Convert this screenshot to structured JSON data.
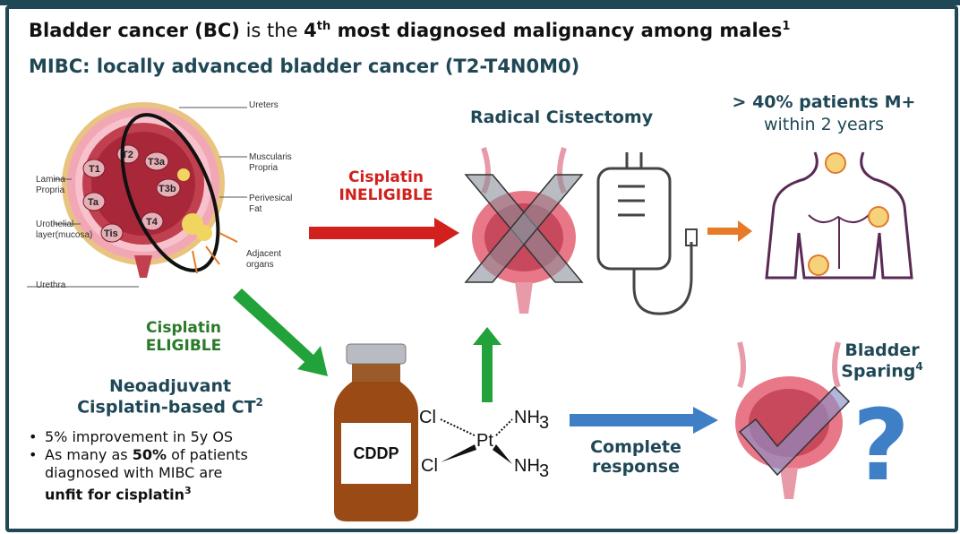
{
  "headline": {
    "part1_bold": "Bladder cancer (BC)",
    "part2": " is the ",
    "part3_bold": "4",
    "part3_sup": "th",
    "part4_bold": " most diagnosed malignancy among males",
    "ref": "1"
  },
  "subtitle": "MIBC: locally advanced bladder cancer (T2-T4N0M0)",
  "anatomy": {
    "labels": [
      "Ureters",
      "Muscularis",
      "Propria",
      "Perivesical",
      "Fat",
      "Adjacent",
      "organs",
      "Lamina",
      "Propria",
      "Urothelial",
      "layer(mucosa)",
      "Urethra"
    ],
    "stages": [
      "T1",
      "T2",
      "T3a",
      "T3b",
      "Ta",
      "T4",
      "Tis"
    ]
  },
  "arrows": {
    "ineligible_line1": "Cisplatin",
    "ineligible_line2": "INELIGIBLE",
    "eligible_line1": "Cisplatin",
    "eligible_line2": "ELIGIBLE"
  },
  "radical": "Radical Cistectomy",
  "metastasis": {
    "line1": "> 40% patients M+",
    "line2": "within 2 years"
  },
  "neoadjuvant": {
    "line1": "Neoadjuvant",
    "line2": "Cisplatin-based CT",
    "ref": "2"
  },
  "bullets": {
    "b1": "5% improvement in 5y OS",
    "b2_pre": "As many as ",
    "b2_bold": "50%",
    "b2_post": " of patients",
    "b2_line2": "diagnosed with MIBC are",
    "b2_line3_bold": "unfit for cisplatin",
    "b2_ref": "3"
  },
  "vial_label": "CDDP",
  "chemical": {
    "cl_top": "Cl",
    "pt": "Pt",
    "nh3_top": "NH",
    "nh3_top_sub": "3",
    "cl_bottom": "Cl",
    "nh3_bottom": "NH",
    "nh3_bottom_sub": "3"
  },
  "complete_response": {
    "line1": "Complete",
    "line2": "response"
  },
  "sparing": {
    "line1": "Bladder",
    "line2": "Sparing",
    "ref": "4"
  },
  "question_mark": "?",
  "colors": {
    "frame": "#1f4756",
    "red_arrow": "#d2201c",
    "green_arrow": "#22a23a",
    "blue_arrow": "#3f7fc6",
    "orange_arrow": "#e67a28",
    "question": "#3f7fc6"
  }
}
